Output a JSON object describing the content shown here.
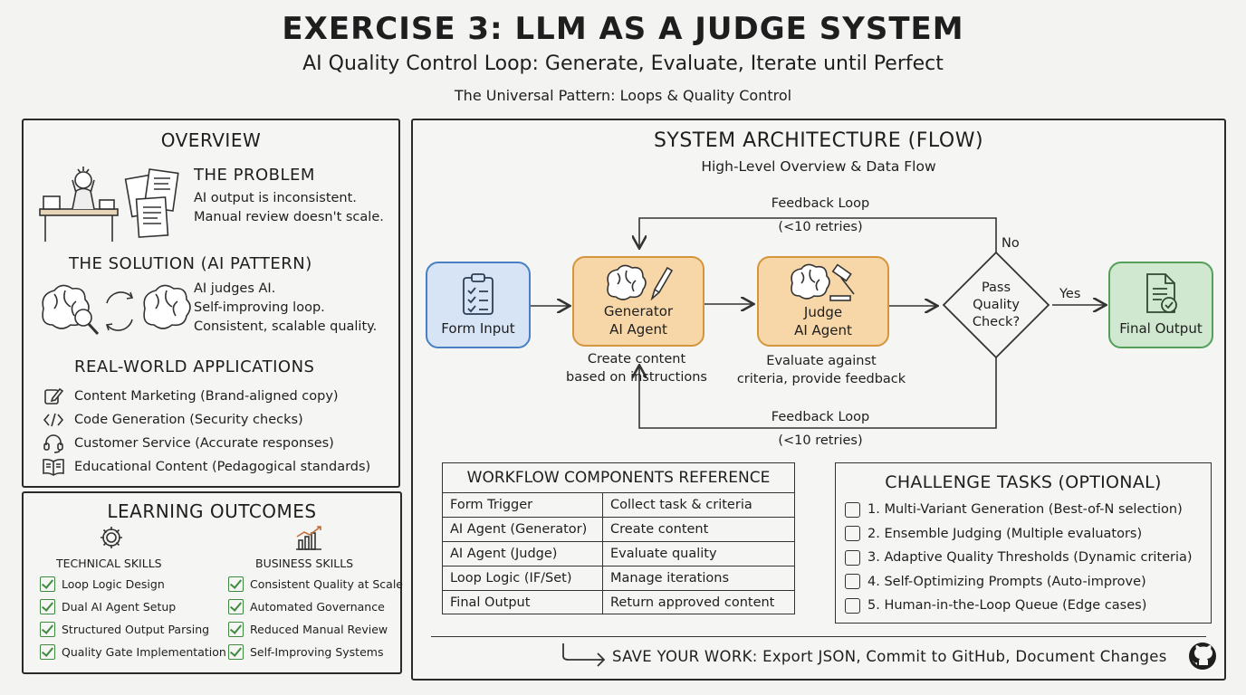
{
  "header": {
    "title": "EXERCISE 3: LLM AS A JUDGE SYSTEM",
    "subtitle": "AI Quality Control Loop: Generate, Evaluate, Iterate until Perfect",
    "tagline": "The Universal Pattern: Loops & Quality Control"
  },
  "overview": {
    "title": "OVERVIEW",
    "problem_heading": "THE PROBLEM",
    "problem_lines": [
      "AI output is inconsistent.",
      "Manual review doesn't scale."
    ],
    "solution_heading": "THE SOLUTION (AI PATTERN)",
    "solution_lines": [
      "AI judges AI.",
      "Self-improving loop.",
      "Consistent, scalable quality."
    ],
    "applications_heading": "REAL-WORLD APPLICATIONS",
    "applications": [
      {
        "icon": "pencil-edit-icon",
        "text": "Content Marketing (Brand-aligned copy)"
      },
      {
        "icon": "code-brackets-icon",
        "text": "Code Generation (Security checks)"
      },
      {
        "icon": "headset-icon",
        "text": "Customer Service (Accurate responses)"
      },
      {
        "icon": "open-book-icon",
        "text": "Educational Content (Pedagogical standards)"
      }
    ]
  },
  "outcomes": {
    "title": "LEARNING OUTCOMES",
    "technical": {
      "heading": "TECHNICAL SKILLS",
      "icon": "gear-icon",
      "items": [
        "Loop Logic Design",
        "Dual AI Agent Setup",
        "Structured Output Parsing",
        "Quality Gate Implementation"
      ]
    },
    "business": {
      "heading": "BUSINESS SKILLS",
      "icon": "growth-chart-icon",
      "items": [
        "Consistent Quality at Scale",
        "Automated Governance",
        "Reduced Manual Review",
        "Self-Improving Systems"
      ]
    }
  },
  "architecture": {
    "title": "SYSTEM ARCHITECTURE (FLOW)",
    "subtitle": "High-Level Overview & Data Flow",
    "nodes": {
      "form_input": "Form Input",
      "generator": [
        "Generator",
        "AI Agent"
      ],
      "judge": [
        "Judge",
        "AI Agent"
      ],
      "decision": [
        "Pass",
        "Quality",
        "Check?"
      ],
      "final_output": "Final Output"
    },
    "captions": {
      "generator": [
        "Create content",
        "based on instructions"
      ],
      "judge": [
        "Evaluate against",
        "criteria, provide feedback"
      ]
    },
    "labels": {
      "feedback_top": "Feedback Loop",
      "retries_top": "(<10 retries)",
      "feedback_bottom": "Feedback Loop",
      "retries_bottom": "(<10 retries)",
      "no": "No",
      "yes": "Yes"
    },
    "colors": {
      "input": "#d6e4f6",
      "agent": "#f7d7a8",
      "output": "#cfe8cf"
    }
  },
  "workflow_reference": {
    "title": "WORKFLOW COMPONENTS REFERENCE",
    "rows": [
      [
        "Form Trigger",
        "Collect task & criteria"
      ],
      [
        "AI Agent (Generator)",
        "Create content"
      ],
      [
        "AI Agent (Judge)",
        "Evaluate quality"
      ],
      [
        "Loop Logic (IF/Set)",
        "Manage iterations"
      ],
      [
        "Final Output",
        "Return approved content"
      ]
    ]
  },
  "challenges": {
    "title": "CHALLENGE TASKS (OPTIONAL)",
    "items": [
      "1. Multi-Variant Generation (Best-of-N selection)",
      "2. Ensemble Judging (Multiple evaluators)",
      "3. Adaptive Quality Thresholds (Dynamic criteria)",
      "4. Self-Optimizing Prompts (Auto-improve)",
      "5. Human-in-the-Loop Queue (Edge cases)"
    ]
  },
  "save": {
    "text": "SAVE YOUR WORK: Export JSON, Commit to GitHub, Document Changes",
    "icon": "github-icon"
  }
}
